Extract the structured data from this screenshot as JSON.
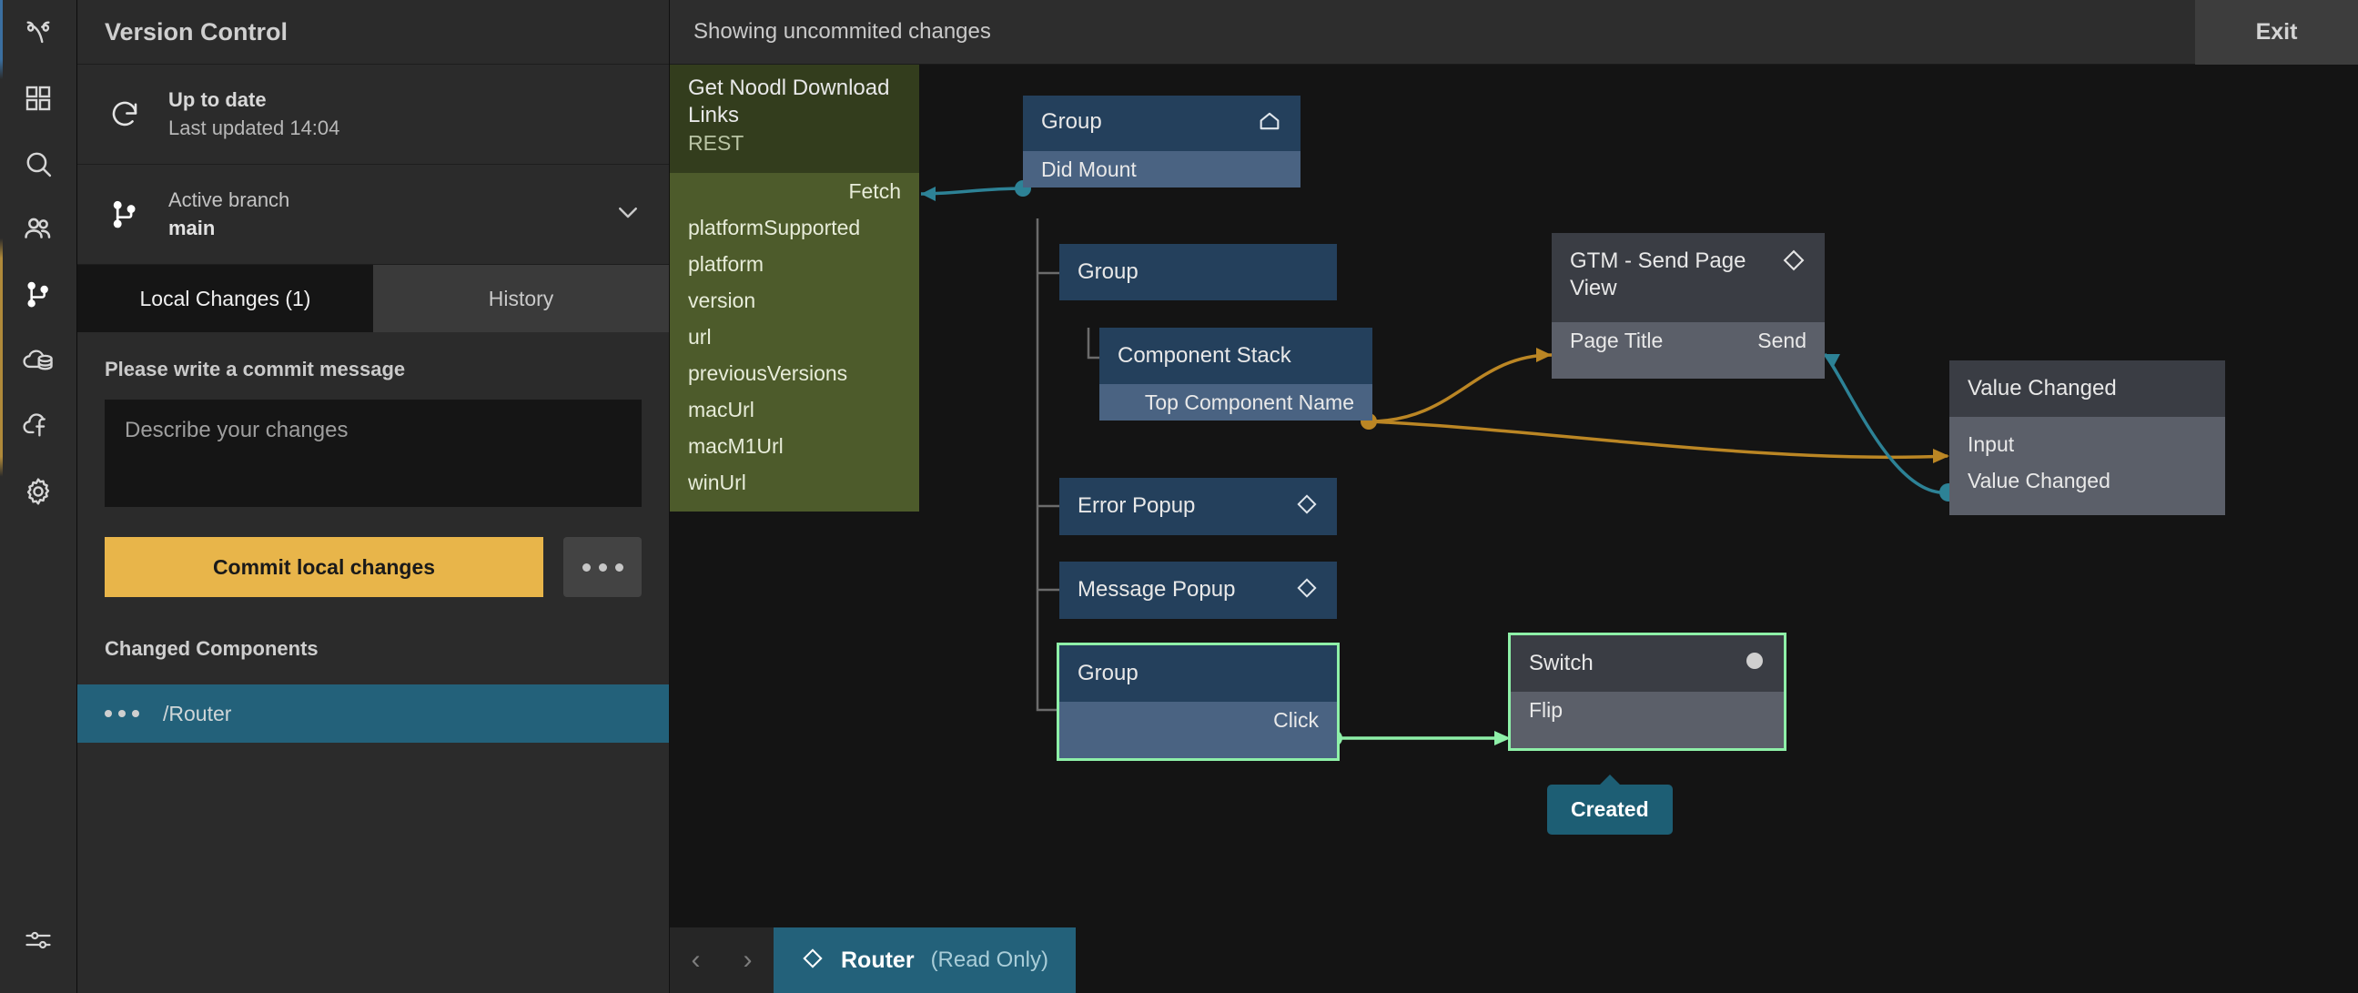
{
  "rail": {
    "items": [
      {
        "name": "noodl-logo-icon",
        "label": "Noodl"
      },
      {
        "name": "components-grid-icon",
        "label": "Components"
      },
      {
        "name": "search-icon",
        "label": "Search"
      },
      {
        "name": "users-icon",
        "label": "Collaborators"
      },
      {
        "name": "version-control-branch-icon",
        "label": "Version Control"
      },
      {
        "name": "cloud-data-icon",
        "label": "Cloud Data"
      },
      {
        "name": "cloud-functions-icon",
        "label": "Cloud Functions"
      },
      {
        "name": "gear-icon",
        "label": "Settings"
      }
    ],
    "bottom_item": {
      "name": "sliders-icon",
      "label": "Editor Settings"
    }
  },
  "panel": {
    "title": "Version Control",
    "status": {
      "icon": "refresh-icon",
      "headline": "Up to date",
      "detail": "Last updated 14:04"
    },
    "branch": {
      "icon": "branch-icon",
      "label": "Active branch",
      "value": "main",
      "chevron": "chevron-down-icon"
    },
    "tabs": [
      {
        "label": "Local Changes (1)",
        "active": true
      },
      {
        "label": "History",
        "active": false
      }
    ],
    "commit": {
      "label": "Please write a commit message",
      "placeholder": "Describe your changes",
      "value": "",
      "button_label": "Commit local changes",
      "more_label": "More options"
    },
    "changed": {
      "title": "Changed Components",
      "items": [
        {
          "name": "/Router"
        }
      ]
    }
  },
  "topbar": {
    "message": "Showing uncommited changes",
    "exit_label": "Exit"
  },
  "bottombar": {
    "prev_label": "‹",
    "next_label": "›",
    "document": {
      "icon": "diamond-icon",
      "name": "Router",
      "state": "(Read Only)"
    }
  },
  "graph": {
    "nodes": [
      {
        "id": "rest",
        "title": "Get Noodl Download Links",
        "subtitle": "REST",
        "kind": "rest",
        "outputs": [
          "Fetch"
        ],
        "ports": [
          "platformSupported",
          "platform",
          "version",
          "url",
          "previousVersions",
          "macUrl",
          "macM1Url",
          "winUrl"
        ]
      },
      {
        "id": "group-root",
        "title": "Group",
        "kind": "group",
        "icon": "home-icon",
        "ports": [
          "Did Mount"
        ]
      },
      {
        "id": "group-2",
        "title": "Group",
        "kind": "group",
        "ports": []
      },
      {
        "id": "component-stack",
        "title": "Component Stack",
        "kind": "group",
        "ports": [
          "Top Component Name"
        ]
      },
      {
        "id": "error-popup",
        "title": "Error Popup",
        "kind": "group",
        "icon": "diamond-icon",
        "ports": []
      },
      {
        "id": "message-popup",
        "title": "Message Popup",
        "kind": "group",
        "icon": "diamond-icon",
        "ports": []
      },
      {
        "id": "group-click",
        "title": "Group",
        "kind": "group",
        "selected": true,
        "ports": [
          "Click"
        ]
      },
      {
        "id": "gtm",
        "title": "GTM - Send Page View",
        "kind": "gray",
        "icon": "diamond-icon",
        "ports": [
          "Page Title",
          "Send"
        ]
      },
      {
        "id": "value-changed",
        "title": "Value Changed",
        "kind": "gray",
        "ports": [
          "Input",
          "Value Changed"
        ]
      },
      {
        "id": "switch",
        "title": "Switch",
        "kind": "gray",
        "icon": "circle-icon",
        "selected": true,
        "ports": [
          "Flip"
        ],
        "badge": "Created"
      }
    ],
    "colors": {
      "wire_teal": "#2d8296",
      "wire_gold": "#bb8624",
      "wire_green": "#8ef0a8",
      "accent_gold": "#e8b54a",
      "accent_teal": "#23617a",
      "rest_header": "#333d1d",
      "rest_body": "#4d5b2b",
      "group_header": "#24405c",
      "group_body": "#4a6382",
      "gray_header": "#3a3d44",
      "gray_body": "#5b5f69",
      "selection_green": "#8ef0a8"
    }
  }
}
